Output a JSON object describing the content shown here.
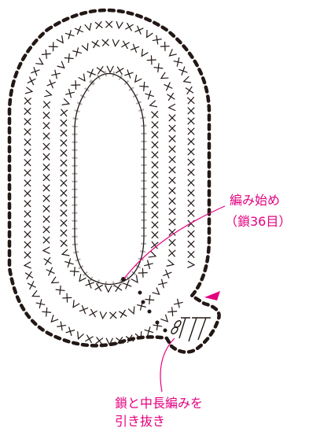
{
  "labels": {
    "start": "編み始め",
    "start_sub": "（鎖36目）",
    "finish_line1": "鎖と中長編みを",
    "finish_line2": "引き抜き"
  },
  "colors": {
    "ink": "#231815",
    "accent": "#e4007f"
  },
  "icons": [
    "chain-stitch-icon",
    "single-crochet-x-icon",
    "increase-v-icon",
    "decrease-a-icon",
    "slip-stitch-dot-icon",
    "half-double-crochet-t-icon",
    "direction-arrow-icon"
  ]
}
